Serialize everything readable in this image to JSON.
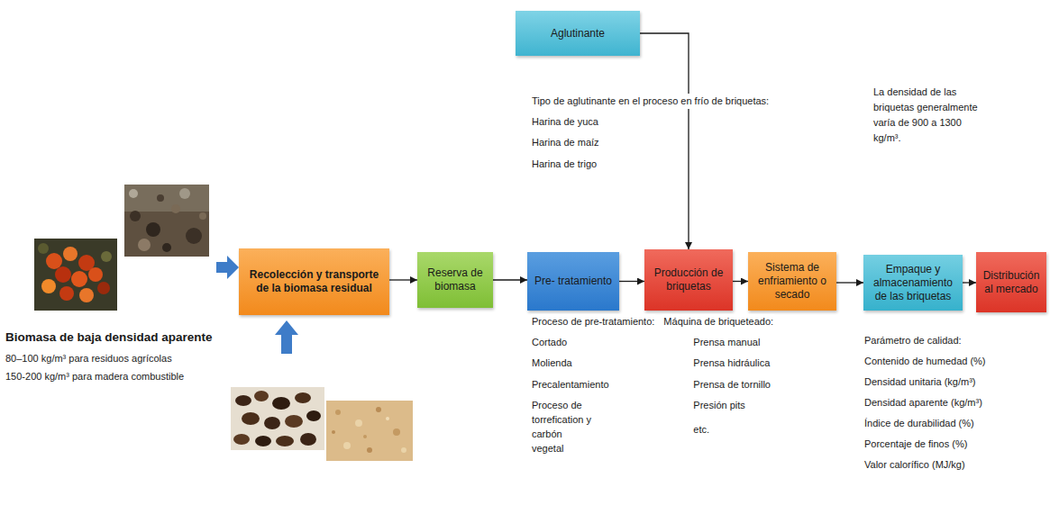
{
  "diagram": {
    "nodes": [
      {
        "text": [
          "Aglutinante"
        ]
      },
      {
        "text": [
          "Recolección y transporte de la biomasa residual"
        ]
      },
      {
        "text": [
          "Reserva de biomasa"
        ]
      },
      {
        "text": [
          "Pre- tratamiento"
        ]
      },
      {
        "text": [
          "Producción de briquetas"
        ]
      },
      {
        "text": [
          "Sistema de enfriamiento o secado"
        ]
      },
      {
        "text": [
          "Empaque y almacenamiento de las briquetas"
        ]
      },
      {
        "text": [
          "Distribución al mercado"
        ]
      }
    ],
    "edges": [
      {
        "from": 0,
        "to": 4,
        "arrow": "to"
      },
      {
        "from": 1,
        "to": 2,
        "arrow": "to"
      },
      {
        "from": 2,
        "to": 3,
        "arrow": "to"
      },
      {
        "from": 3,
        "to": 4,
        "arrow": "to"
      },
      {
        "from": 4,
        "to": 5,
        "arrow": "to"
      },
      {
        "from": 5,
        "to": 6,
        "arrow": "to"
      },
      {
        "from": 6,
        "to": 7,
        "arrow": "to"
      }
    ],
    "labels": [
      "Tipo de aglutinante en el proceso en frío de briquetas:",
      "Harina de yuca",
      "Harina de maíz",
      "Harina de trigo",
      "La densidad de las briquetas generalmente varía de 900 a 1300 kg/m³.",
      "Biomasa de baja densidad aparente",
      "80–100 kg/m³ para residuos agrícolas",
      "150-200 kg/m³ para madera combustible",
      "Proceso de pre-tratamiento:",
      "Cortado",
      "Molienda",
      "Precalentamiento",
      "Proceso de torrefication y carbón vegetal",
      "Máquina de briqueteado:",
      "Prensa manual",
      "Prensa hidráulica",
      "Prensa de tornillo",
      "Presión pits",
      "etc.",
      "Parámetro de calidad:",
      "Contenido de humedad (%)",
      "Densidad unitaria (kg/m³)",
      "Densidad aparente (kg/m³)",
      "Índice de durabilidad (%)",
      "Porcentaje de finos (%)",
      "Valor calorífico (MJ/kg)"
    ]
  }
}
